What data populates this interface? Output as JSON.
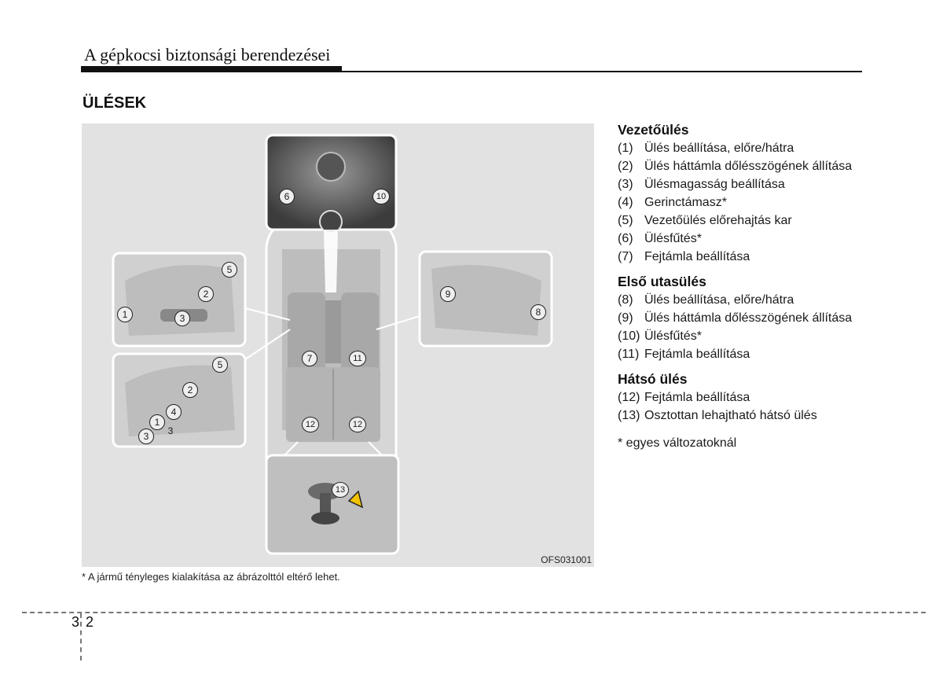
{
  "header": {
    "chapter_title": "A gépkocsi biztonsági berendezései"
  },
  "section": {
    "title": "ÜLÉSEK"
  },
  "figure": {
    "code": "OFS031001",
    "callouts": [
      "1",
      "2",
      "3",
      "4",
      "5",
      "6",
      "7",
      "8",
      "9",
      "10",
      "11",
      "12",
      "13"
    ],
    "footnote": "* A jármű tényleges kialakítása az ábrázolttól eltérő lehet."
  },
  "legend": {
    "groups": [
      {
        "title": "Vezetőülés",
        "items": [
          {
            "num": "(1)",
            "text": "Ülés beállítása, előre/hátra"
          },
          {
            "num": "(2)",
            "text": "Ülés háttámla dőlésszögének állítása"
          },
          {
            "num": "(3)",
            "text": "Ülésmagasság beállítása"
          },
          {
            "num": "(4)",
            "text": "Gerinctámasz*"
          },
          {
            "num": "(5)",
            "text": "Vezetőülés előrehajtás kar"
          },
          {
            "num": "(6)",
            "text": "Ülésfűtés*"
          },
          {
            "num": "(7)",
            "text": "Fejtámla beállítása"
          }
        ]
      },
      {
        "title": "Első utasülés",
        "items": [
          {
            "num": "(8)",
            "text": "Ülés beállítása, előre/hátra"
          },
          {
            "num": "(9)",
            "text": "Ülés háttámla dőlésszögének állítása"
          },
          {
            "num": "(10)",
            "text": "Ülésfűtés*"
          },
          {
            "num": "(11)",
            "text": "Fejtámla beállítása"
          }
        ]
      },
      {
        "title": "Hátsó ülés",
        "items": [
          {
            "num": "(12)",
            "text": "Fejtámla beállítása"
          },
          {
            "num": "(13)",
            "text": "Osztottan lehajtható hátsó ülés"
          }
        ]
      }
    ],
    "note": "* egyes változatoknál"
  },
  "footer": {
    "page_chapter": "3",
    "page_number": "2"
  }
}
